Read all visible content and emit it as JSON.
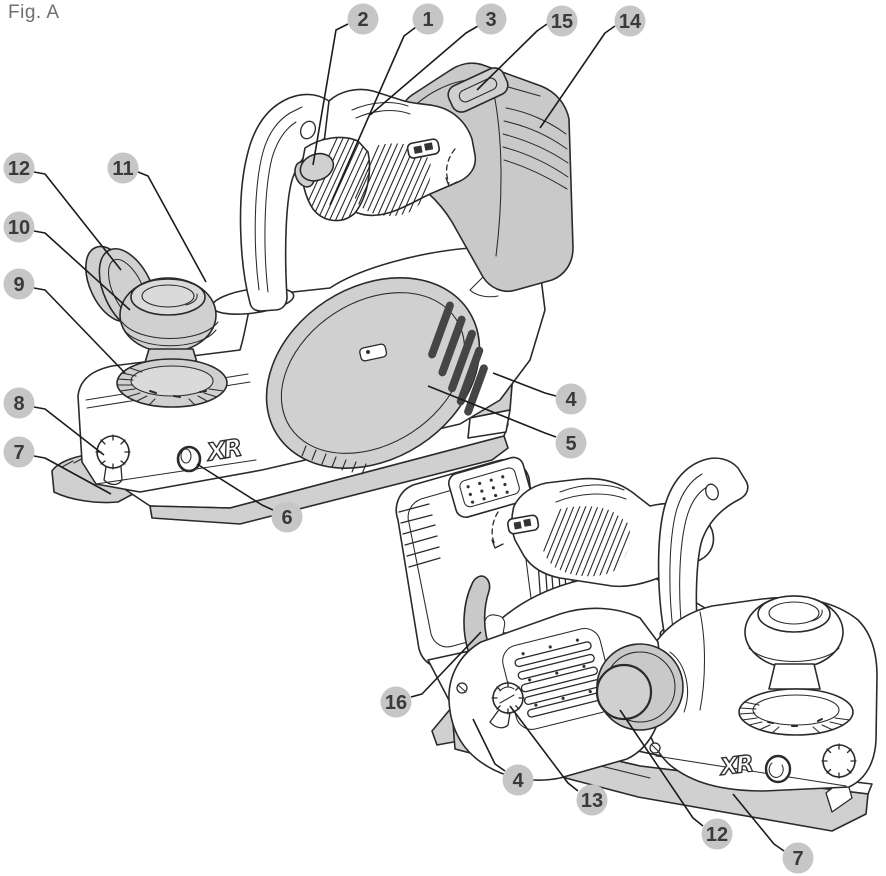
{
  "figure": {
    "label": "Fig. A"
  },
  "branding": {
    "xr_logo": "XR"
  },
  "palette": {
    "callout_fill": "#c6c6c6",
    "callout_text": "#3a3a3a",
    "line": "#2a2a2a",
    "leader": "#1c1c1c",
    "shade": "#d0d0d0",
    "figure_label": "#6f6f6f",
    "background": "#ffffff"
  },
  "callouts": [
    {
      "label": "2"
    },
    {
      "label": "1"
    },
    {
      "label": "3"
    },
    {
      "label": "15"
    },
    {
      "label": "14"
    },
    {
      "label": "12"
    },
    {
      "label": "11"
    },
    {
      "label": "10"
    },
    {
      "label": "9"
    },
    {
      "label": "8"
    },
    {
      "label": "7"
    },
    {
      "label": "6"
    },
    {
      "label": "4"
    },
    {
      "label": "5"
    },
    {
      "label": "16"
    },
    {
      "label": "4"
    },
    {
      "label": "13"
    },
    {
      "label": "12"
    },
    {
      "label": "7"
    }
  ]
}
